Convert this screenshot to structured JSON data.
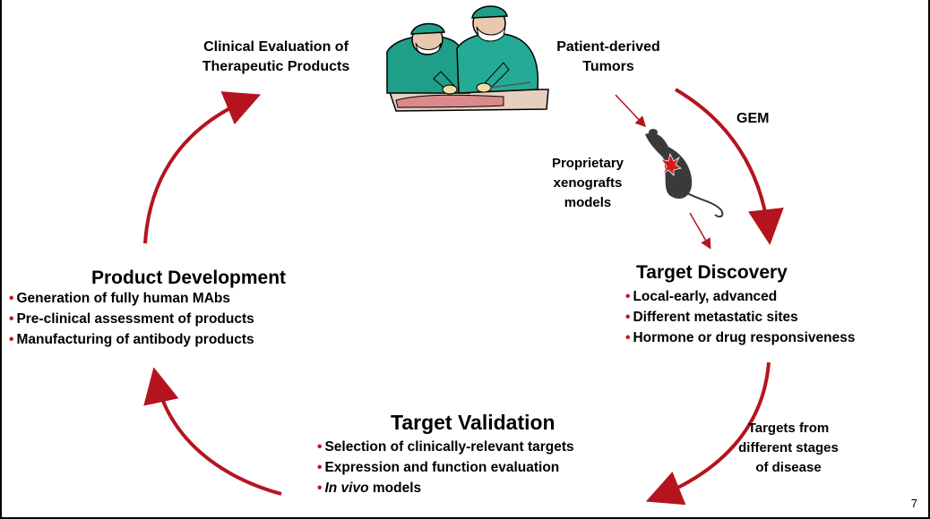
{
  "top": {
    "clinical_evaluation": "Clinical Evaluation of Therapeutic Products",
    "patient_tumors": "Patient-derived Tumors",
    "gem_label": "GEM"
  },
  "xenograft_label": "Proprietary xenografts models",
  "target_discovery": {
    "title": "Target Discovery",
    "items": [
      "Local-early, advanced",
      "Different metastatic sites",
      "Hormone or drug responsiveness"
    ]
  },
  "targets_from_stages": "Targets from different stages of disease",
  "target_validation": {
    "title": "Target Validation",
    "item1": "Selection of clinically-relevant targets",
    "item2": "Expression and function evaluation",
    "item3_italic": "In vivo",
    "item3_rest": " models"
  },
  "product_development": {
    "title": "Product Development",
    "items": [
      "Generation of fully human MAbs",
      "Pre-clinical assessment of products",
      "Manufacturing of antibody products"
    ]
  },
  "page_number": "7",
  "colors": {
    "arrow": "#b5141e",
    "scrub": "#1f9e8a",
    "mouse": "#3a3a3a",
    "tumor": "#d61a1a"
  }
}
